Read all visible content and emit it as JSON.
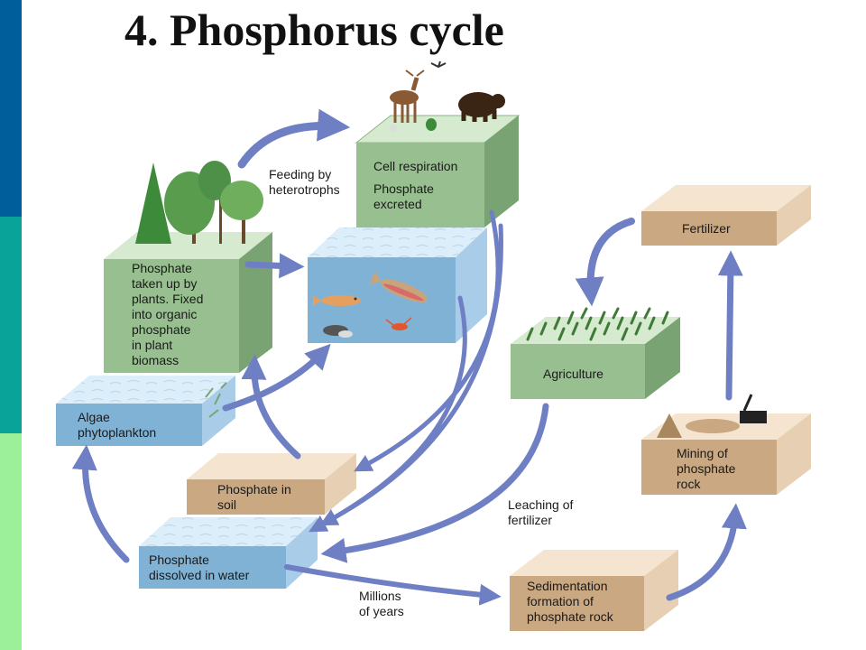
{
  "title": "4. Phosphorus cycle",
  "colors": {
    "sidebar_top": "#005f9a",
    "sidebar_mid": "#0aa39a",
    "sidebar_bottom": "#9cf09a",
    "arrow": "#6f7fc4",
    "green_front": "#97bf8f",
    "green_top": "#d6ead0",
    "green_side": "#7aa374",
    "blue_front": "#80b2d6",
    "blue_top": "#dceef9",
    "blue_side": "#a9cde8",
    "tan_front": "#c9a882",
    "tan_top": "#f5e4cf",
    "tan_side": "#e6cfb2"
  },
  "boxes": {
    "cell_respiration": {
      "line1": "Cell respiration",
      "line2": "Phosphate",
      "line3": "excreted"
    },
    "plants": {
      "line1": "Phosphate",
      "line2": "taken up by",
      "line3": "plants. Fixed",
      "line4": "into organic",
      "line5": "phosphate",
      "line6": "in plant",
      "line7": "biomass"
    },
    "algae": {
      "line1": "Algae",
      "line2": "phytoplankton"
    },
    "soil": {
      "line1": "Phosphate in",
      "line2": "soil"
    },
    "dissolved": {
      "line1": "Phosphate",
      "line2": "dissolved in water"
    },
    "agriculture": {
      "line1": "Agriculture"
    },
    "fertilizer": {
      "line1": "Fertilizer"
    },
    "mining": {
      "line1": "Mining of",
      "line2": "phosphate",
      "line3": "rock"
    },
    "sedimentation": {
      "line1": "Sedimentation",
      "line2": "formation of",
      "line3": "phosphate rock"
    }
  },
  "labels": {
    "feeding": {
      "line1": "Feeding by",
      "line2": "heterotrophs"
    },
    "leaching": {
      "line1": "Leaching of",
      "line2": "fertilizer"
    },
    "millions": {
      "line1": "Millions",
      "line2": "of years"
    }
  }
}
